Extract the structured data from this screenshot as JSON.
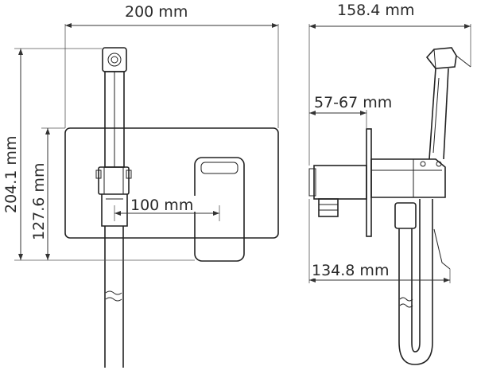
{
  "drawing": {
    "front_view": {
      "width_label": "200 mm",
      "height_label": "204.1 mm",
      "inner_height_label": "127.6 mm",
      "spacing_label": "100 mm"
    },
    "side_view": {
      "width_label": "158.4 mm",
      "wall_depth_label": "57-67 mm",
      "projection_label": "134.8 mm"
    }
  }
}
